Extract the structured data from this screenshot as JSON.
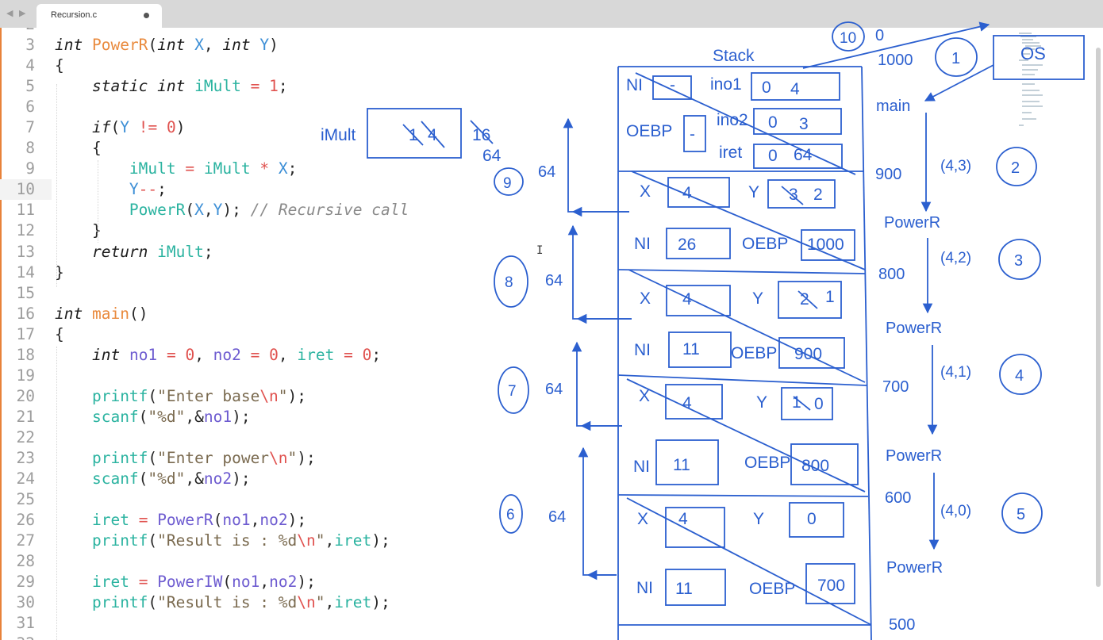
{
  "app": {
    "tab_title": "Recursion.c",
    "nav_arrows": "◀ ▶"
  },
  "code_lines": [
    {
      "n": "2",
      "html": ""
    },
    {
      "n": "3",
      "html": "<span class=\"kw\">int</span> <span class=\"fn\">PowerR</span>(<span class=\"kw\">int</span> <span class=\"prm\">X</span>, <span class=\"kw\">int</span> <span class=\"prm\">Y</span>)"
    },
    {
      "n": "4",
      "html": "{"
    },
    {
      "n": "5",
      "html": "    <span class=\"kw\">static</span> <span class=\"kw\">int</span> <span class=\"var\">iMult</span> <span class=\"op\">=</span> <span class=\"num\">1</span>;"
    },
    {
      "n": "6",
      "html": ""
    },
    {
      "n": "7",
      "html": "    <span class=\"kw\">if</span>(<span class=\"prm\">Y</span> <span class=\"op\">!=</span> <span class=\"num\">0</span>)"
    },
    {
      "n": "8",
      "html": "    {"
    },
    {
      "n": "9",
      "html": "        <span class=\"var\">iMult</span> <span class=\"op\">=</span> <span class=\"var\">iMult</span> <span class=\"op\">*</span> <span class=\"prm\">X</span>;"
    },
    {
      "n": "10",
      "html": "        <span class=\"prm\">Y</span><span class=\"op\">--</span>;",
      "current": true
    },
    {
      "n": "11",
      "html": "        <span class=\"var\">PowerR</span>(<span class=\"prm\">X</span>,<span class=\"prm\">Y</span>); <span class=\"cm\">// Recursive call</span>"
    },
    {
      "n": "12",
      "html": "    }"
    },
    {
      "n": "13",
      "html": "    <span class=\"kw\">return</span> <span class=\"var\">iMult</span>;"
    },
    {
      "n": "14",
      "html": "}"
    },
    {
      "n": "15",
      "html": ""
    },
    {
      "n": "16",
      "html": "<span class=\"kw\">int</span> <span class=\"fn\">main</span>()"
    },
    {
      "n": "17",
      "html": "{"
    },
    {
      "n": "18",
      "html": "    <span class=\"kw\">int</span> <span class=\"call\">no1</span> <span class=\"op\">=</span> <span class=\"num\">0</span>, <span class=\"call\">no2</span> <span class=\"op\">=</span> <span class=\"num\">0</span>, <span class=\"var\">iret</span> <span class=\"op\">=</span> <span class=\"num\">0</span>;"
    },
    {
      "n": "19",
      "html": ""
    },
    {
      "n": "20",
      "html": "    <span class=\"var\">printf</span>(<span class=\"str\">\"Enter base</span><span class=\"esc\">\\n</span><span class=\"str\">\"</span>);"
    },
    {
      "n": "21",
      "html": "    <span class=\"var\">scanf</span>(<span class=\"str\">\"%d\"</span>,&amp;<span class=\"call\">no1</span>);"
    },
    {
      "n": "22",
      "html": ""
    },
    {
      "n": "23",
      "html": "    <span class=\"var\">printf</span>(<span class=\"str\">\"Enter power</span><span class=\"esc\">\\n</span><span class=\"str\">\"</span>);"
    },
    {
      "n": "24",
      "html": "    <span class=\"var\">scanf</span>(<span class=\"str\">\"%d\"</span>,&amp;<span class=\"call\">no2</span>);"
    },
    {
      "n": "25",
      "html": ""
    },
    {
      "n": "26",
      "html": "    <span class=\"var\">iret</span> <span class=\"op\">=</span> <span class=\"call\">PowerR</span>(<span class=\"call\">no1</span>,<span class=\"call\">no2</span>);"
    },
    {
      "n": "27",
      "html": "    <span class=\"var\">printf</span>(<span class=\"str\">\"Result is : %d</span><span class=\"esc\">\\n</span><span class=\"str\">\"</span>,<span class=\"var\">iret</span>);"
    },
    {
      "n": "28",
      "html": ""
    },
    {
      "n": "29",
      "html": "    <span class=\"var\">iret</span> <span class=\"op\">=</span> <span class=\"call\">PowerIW</span>(<span class=\"call\">no1</span>,<span class=\"call\">no2</span>);"
    },
    {
      "n": "30",
      "html": "    <span class=\"var\">printf</span>(<span class=\"str\">\"Result is : %d</span><span class=\"esc\">\\n</span><span class=\"str\">\"</span>,<span class=\"var\">iret</span>);"
    },
    {
      "n": "31",
      "html": ""
    },
    {
      "n": "32",
      "html": ""
    }
  ],
  "annotations": {
    "imult_label": "iMult",
    "imult_values": [
      "1",
      "4",
      "16",
      "64"
    ],
    "stack_title": "Stack",
    "frame_main": {
      "ni_label": "NI",
      "ni_value": "-",
      "oebp_label": "OEBP",
      "oebp_value": "-",
      "ino1_label": "ino1",
      "ino1_values": [
        "0",
        "4"
      ],
      "ino2_label": "ino2",
      "ino2_values": [
        "0",
        "3"
      ],
      "iret_label": "iret",
      "iret_values": [
        "0",
        "64"
      ]
    },
    "frames": [
      {
        "x_label": "X",
        "x": "4",
        "y_label": "Y",
        "y_old": "3",
        "y_new": "2",
        "ni_label": "NI",
        "ni": "26",
        "oebp_label": "OEBP",
        "oebp": "1000"
      },
      {
        "x_label": "X",
        "x": "4",
        "y_label": "Y",
        "y_old": "2",
        "y_new": "1",
        "ni_label": "NI",
        "ni": "11",
        "oebp_label": "OEBP",
        "oebp": "900"
      },
      {
        "x_label": "X",
        "x": "4",
        "y_label": "Y",
        "y_old": "1",
        "y_new": "0",
        "ni_label": "NI",
        "ni": "11",
        "oebp_label": "OEBP",
        "oebp": "800"
      },
      {
        "x_label": "X",
        "x": "4",
        "y_label": "Y",
        "y_old": "",
        "y_new": "0",
        "ni_label": "NI",
        "ni": "11",
        "oebp_label": "OEBP",
        "oebp": "700"
      }
    ],
    "addresses": [
      "0",
      "1000",
      "900",
      "800",
      "700",
      "600",
      "500"
    ],
    "os_label": "OS",
    "main_label": "main",
    "calls": [
      {
        "args": "(4,3)",
        "step": "2"
      },
      {
        "args": "(4,2)",
        "step": "3"
      },
      {
        "args": "(4,1)",
        "step": "4"
      },
      {
        "args": "(4,0)",
        "step": "5"
      }
    ],
    "callee_label": "PowerR",
    "returns": [
      {
        "step": "9",
        "value": "64"
      },
      {
        "step": "8",
        "value": "64"
      },
      {
        "step": "7",
        "value": "64"
      },
      {
        "step": "6",
        "value": "64"
      }
    ],
    "steps_top": [
      "1",
      "10"
    ],
    "annotation_color": "#2b5fcf"
  }
}
